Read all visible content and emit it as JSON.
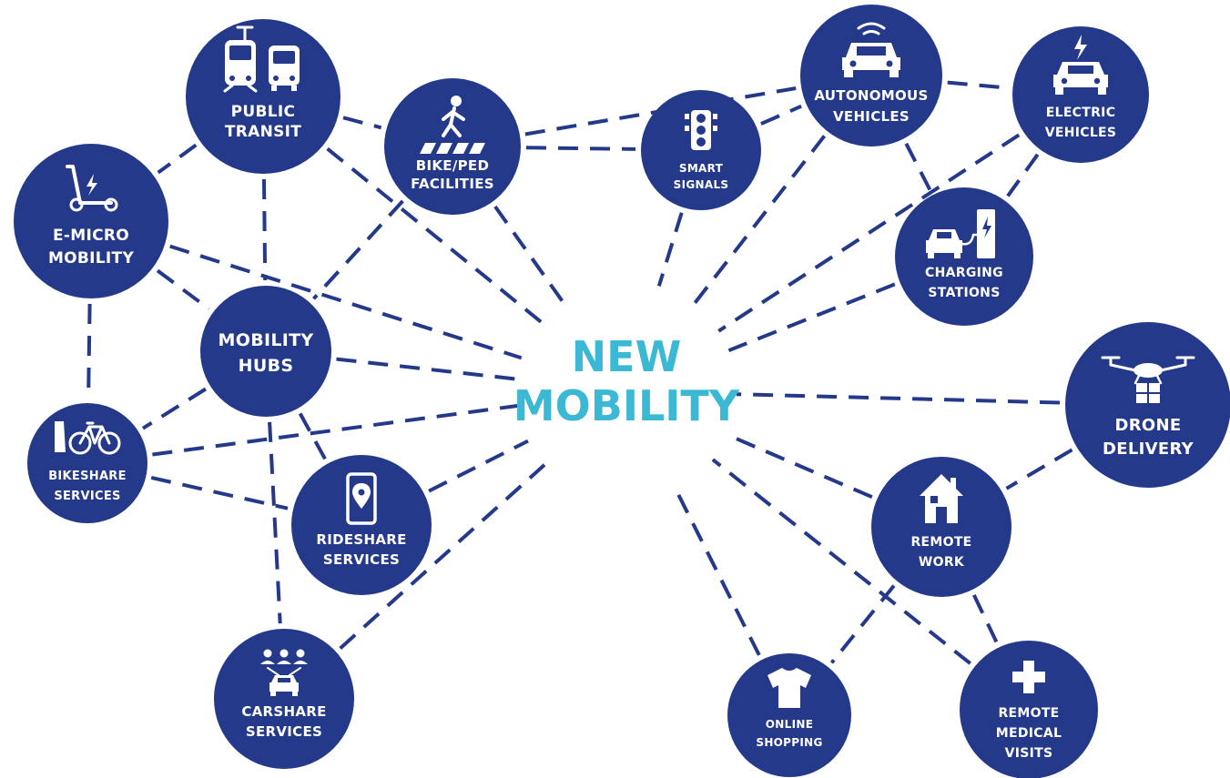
{
  "colors": {
    "node": "#24398a",
    "center_text": "#3bb8d3",
    "edge": "#24398a"
  },
  "center": {
    "line1": "NEW",
    "line2": "MOBILITY"
  },
  "nodes": {
    "public_transit": {
      "line1": "PUBLIC",
      "line2": "TRANSIT",
      "icon": "tram-bus-icon"
    },
    "bike_ped": {
      "line1": "BIKE/PED",
      "line2": "FACILITIES",
      "icon": "pedestrian-crossing-icon"
    },
    "smart_signals": {
      "line1": "SMART",
      "line2": "SIGNALS",
      "icon": "traffic-light-icon"
    },
    "autonomous": {
      "line1": "AUTONOMOUS",
      "line2": "VEHICLES",
      "icon": "connected-car-icon"
    },
    "electric": {
      "line1": "ELECTRIC",
      "line2": "VEHICLES",
      "icon": "electric-car-icon"
    },
    "charging": {
      "line1": "CHARGING",
      "line2": "STATIONS",
      "icon": "charging-station-icon"
    },
    "e_micro": {
      "line1": "E-MICRO",
      "line2": "MOBILITY",
      "icon": "e-scooter-icon"
    },
    "mobility_hubs": {
      "line1": "MOBILITY",
      "line2": "HUBS",
      "icon": ""
    },
    "bikeshare": {
      "line1": "BIKESHARE",
      "line2": "SERVICES",
      "icon": "bicycle-icon"
    },
    "rideshare": {
      "line1": "RIDESHARE",
      "line2": "SERVICES",
      "icon": "phone-location-icon"
    },
    "carshare": {
      "line1": "CARSHARE",
      "line2": "SERVICES",
      "icon": "people-car-icon"
    },
    "drone": {
      "line1": "DRONE",
      "line2": "DELIVERY",
      "icon": "drone-icon"
    },
    "remote_work": {
      "line1": "REMOTE",
      "line2": "WORK",
      "icon": "house-icon"
    },
    "online_shopping": {
      "line1": "ONLINE",
      "line2": "SHOPPING",
      "icon": "shirt-icon"
    },
    "remote_medical": {
      "line1": "REMOTE",
      "line2": "MEDICAL",
      "line3": "VISITS",
      "icon": "medical-cross-icon"
    }
  },
  "connections": [
    [
      "public_transit",
      "e_micro"
    ],
    [
      "public_transit",
      "bike_ped"
    ],
    [
      "public_transit",
      "mobility_hubs"
    ],
    [
      "public_transit",
      "center"
    ],
    [
      "bike_ped",
      "smart_signals"
    ],
    [
      "bike_ped",
      "autonomous"
    ],
    [
      "bike_ped",
      "mobility_hubs"
    ],
    [
      "bike_ped",
      "center"
    ],
    [
      "smart_signals",
      "autonomous"
    ],
    [
      "smart_signals",
      "center"
    ],
    [
      "autonomous",
      "electric"
    ],
    [
      "autonomous",
      "charging"
    ],
    [
      "autonomous",
      "center"
    ],
    [
      "electric",
      "charging"
    ],
    [
      "electric",
      "center"
    ],
    [
      "charging",
      "center"
    ],
    [
      "e_micro",
      "mobility_hubs"
    ],
    [
      "e_micro",
      "bikeshare"
    ],
    [
      "e_micro",
      "center"
    ],
    [
      "mobility_hubs",
      "center"
    ],
    [
      "mobility_hubs",
      "bikeshare"
    ],
    [
      "mobility_hubs",
      "rideshare"
    ],
    [
      "mobility_hubs",
      "carshare"
    ],
    [
      "bikeshare",
      "center"
    ],
    [
      "bikeshare",
      "rideshare"
    ],
    [
      "rideshare",
      "center"
    ],
    [
      "carshare",
      "center"
    ],
    [
      "drone",
      "center"
    ],
    [
      "drone",
      "remote_work"
    ],
    [
      "remote_work",
      "center"
    ],
    [
      "remote_work",
      "online_shopping"
    ],
    [
      "remote_work",
      "remote_medical"
    ],
    [
      "online_shopping",
      "center"
    ],
    [
      "remote_medical",
      "center"
    ]
  ]
}
